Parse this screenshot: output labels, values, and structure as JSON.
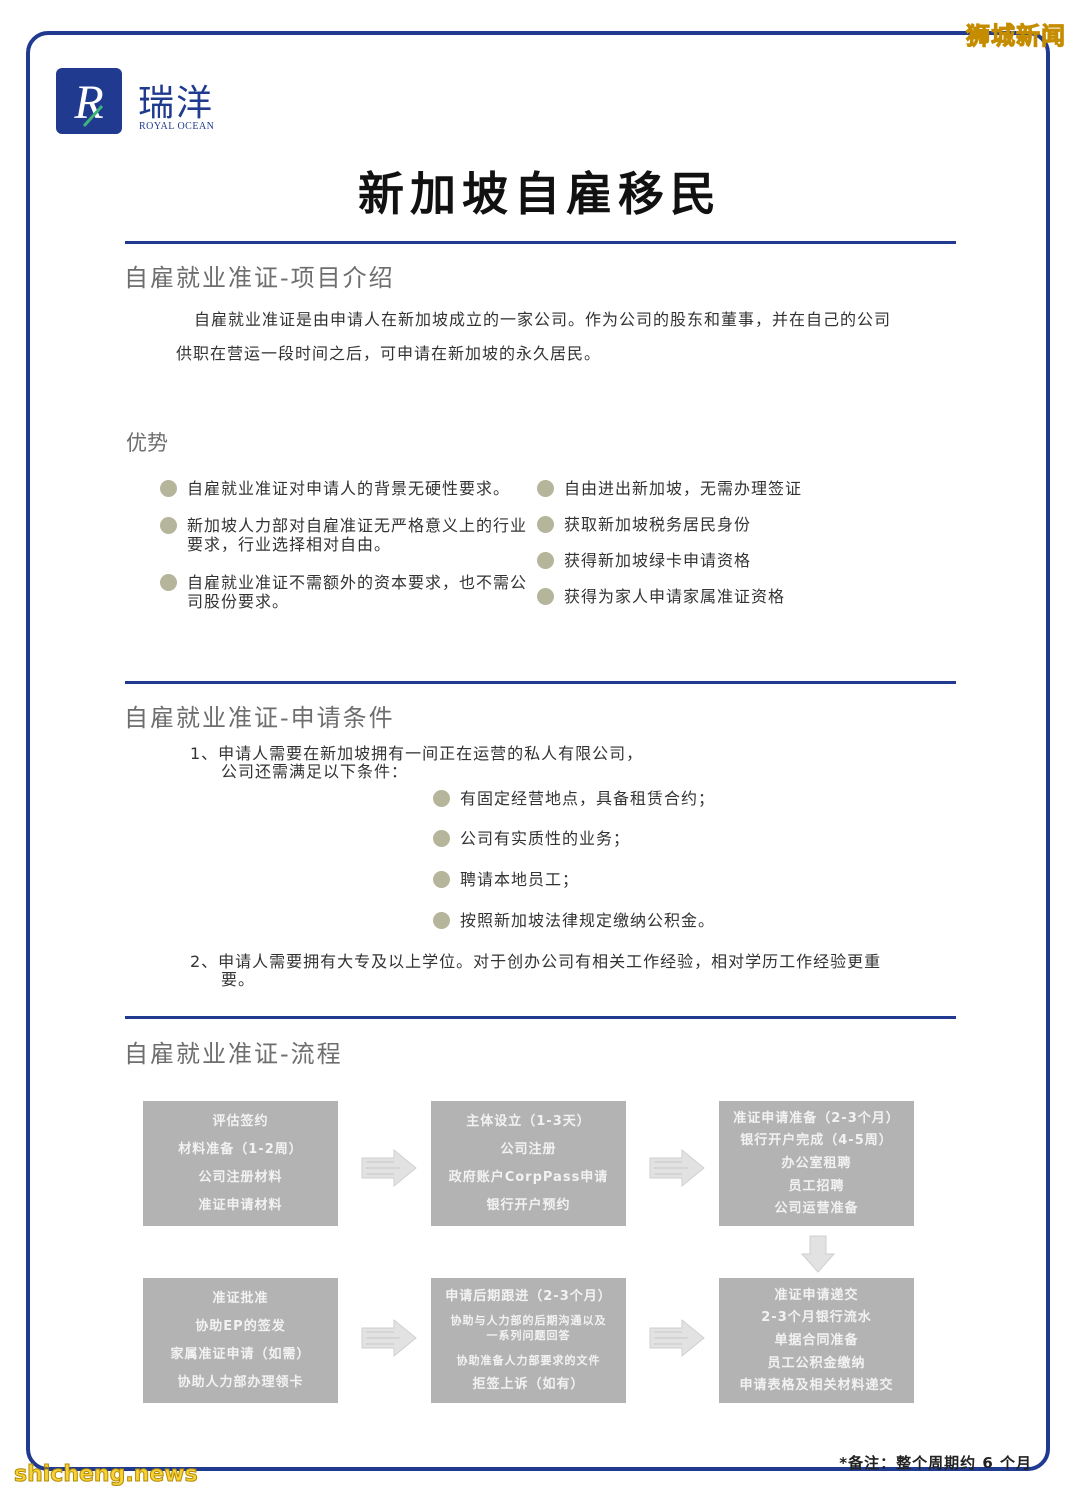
{
  "watermarks": {
    "top": "狮城新闻",
    "bottom": "shicheng.news"
  },
  "logo": {
    "letter": "R",
    "name": "瑞洋",
    "sub": "ROYAL OCEAN"
  },
  "title": "新加坡自雇移民",
  "intro": {
    "heading": "自雇就业准证-项目介绍",
    "line1": "自雇就业准证是由申请人在新加坡成立的一家公司。作为公司的股东和董事，并在自己的公司",
    "line2": "供职在营运一段时间之后，可申请在新加坡的永久居民。"
  },
  "advantages": {
    "heading": "优势",
    "left": [
      "自雇就业准证对申请人的背景无硬性要求。",
      "新加坡人力部对自雇准证无严格意义上的行业要求，行业选择相对自由。",
      "自雇就业准证不需额外的资本要求，也不需公司股份要求。"
    ],
    "right": [
      "自由进出新加坡，无需办理签证",
      "获取新加坡税务居民身份",
      "获得新加坡绿卡申请资格",
      "获得为家人申请家属准证资格"
    ]
  },
  "conditions": {
    "heading": "自雇就业准证-申请条件",
    "item1_line1": "1、申请人需要在新加坡拥有一间正在运营的私人有限公司，",
    "item1_line2": "公司还需满足以下条件：",
    "sub": [
      "有固定经营地点，具备租赁合约；",
      "公司有实质性的业务；",
      "聘请本地员工；",
      "按照新加坡法律规定缴纳公积金。"
    ],
    "item2_line1": "2、申请人需要拥有大专及以上学位。对于创办公司有相关工作经验，相对学历工作经验更重",
    "item2_line2": "要。"
  },
  "process": {
    "heading": "自雇就业准证-流程",
    "boxes": [
      [
        "评估签约",
        "材料准备（1-2周）",
        "公司注册材料",
        "准证申请材料"
      ],
      [
        "主体设立（1-3天）",
        "公司注册",
        "政府账户CorpPass申请",
        "银行开户预约"
      ],
      [
        "准证申请准备（2-3个月）",
        "银行开户完成（4-5周）",
        "办公室租聘",
        "员工招聘",
        "公司运营准备"
      ],
      [
        "准证批准",
        "协助EP的签发",
        "家属准证申请（如需）",
        "协助人力部办理领卡"
      ],
      [
        "申请后期跟进（2-3个月）",
        "协助与人力部的后期沟通以及一系列问题回答",
        "协助准备人力部要求的文件",
        "拒签上诉（如有）"
      ],
      [
        "准证申请递交",
        "2-3个月银行流水",
        "单据合同准备",
        "员工公积金缴纳",
        "申请表格及相关材料递交"
      ]
    ]
  },
  "note": "*备注：整个周期约 6 个月",
  "colors": {
    "accent": "#1f3a8f",
    "bullet": "#b5b59b",
    "flow_box": "#b3b3b3"
  }
}
